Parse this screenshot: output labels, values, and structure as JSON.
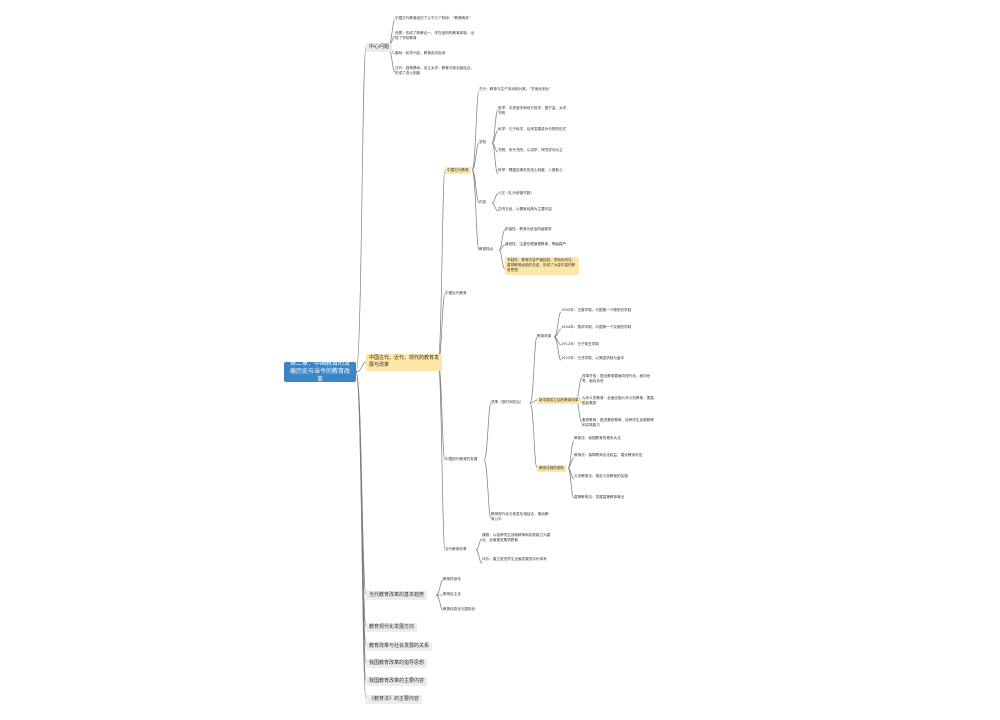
{
  "root": "第二章：中国教育的发展历史与当今的教育改革",
  "top_section": {
    "title": "中心问题",
    "items": [
      "中国古代教育经历了以下几个阶段：“教育萌芽”",
      "西周：形成了政教合一、学在官府的教育体制，出现了学校教育",
      "春秋：私学兴起，教育走向民间",
      "汉代：独尊儒术，设立太学，教育与政治相结合，形成了选士制度"
    ]
  },
  "main_section": {
    "title": "中国古代、近代、现代的教育发展与改革",
    "sub1": {
      "title": "中国古代教育",
      "intro": "古代：教育与生产劳动相分离，“学而优则仕”",
      "school_label": "学校",
      "schools": [
        "官学：中央官学和地方官学，国子监、太学、书院",
        "私学：孔子私学，后来发展成为书院的形式",
        "书院：宋代书院，以讲学、研究学问为主",
        "科举：隋唐至清末的选士制度，八股取士"
      ],
      "content_label": "内容",
      "contents": [
        "六艺（礼乐射御书数）",
        "四书五经，以儒家经典为主要内容"
      ],
      "features_label": "教育特点",
      "features": [
        "阶级性：教育为统治阶级服务",
        "道统性：注重伦理道德教育，等级森严",
        "专制性：教育内容严格控制，学而优则仕，重视教育经验的总结，形成了大量丰富的教育思想"
      ]
    },
    "sub2": {
      "title": "中国近代教育"
    },
    "sub3": {
      "title": "中国现代教育的发展",
      "branch_label": "改革（按时间先后）",
      "reform_label": "教育改革",
      "reforms": [
        "1902年：壬寅学制，中国第一个颁布的学制",
        "1904年：癸卯学制，中国第一个实施的学制",
        "1912年：壬子癸丑学制",
        "1922年：壬戌学制，以美国学制为蓝本"
      ],
      "policy_label": "新中国成立后的教育改革",
      "policies": [
        "改革开放：提出教育要面向现代化、面向世界、面向未来",
        "九年义务教育：全面实施九年义务教育，提高国民素质",
        "素质教育：推进素质教育，培养学生创新精神和实践能力"
      ],
      "law_label": "教育法规的颁布",
      "laws": [
        "教育法：我国教育的根本大法",
        "教师法：保障教师合法权益，建设教师队伍",
        "义务教育法：规定义务教育的实施",
        "高等教育法：发展高等教育事业"
      ],
      "summary": "教育现代化与信息化相结合，推动教育公平"
    },
    "sub4": {
      "title": "当代教育改革",
      "items": [
        "课程：以培养学生创新精神和实践能力为重点，全面推进素质教育",
        "评价：建立促进学生全面发展的评价体系"
      ]
    }
  },
  "third_section": {
    "title": "当代教育改革的基本趋势",
    "items": [
      "教育终身化",
      "教育民主化",
      "教育信息化与国际化"
    ]
  },
  "bottom_items": [
    "教育现代化发展方向",
    "教育改革与社会发展的关系",
    "我国教育改革的指导思想",
    "我国教育改革的主要内容",
    "《教育法》的主要内容"
  ]
}
